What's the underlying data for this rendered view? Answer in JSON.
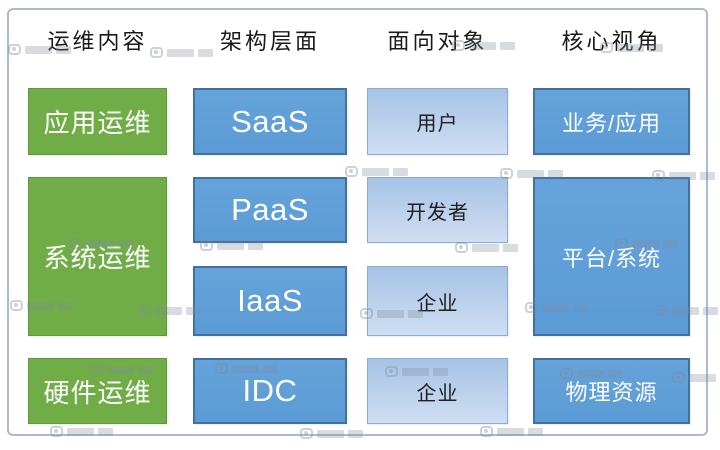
{
  "columns": [
    {
      "header": "运维内容",
      "items": [
        {
          "label": "应用运维",
          "style": "green",
          "rows": [
            0
          ]
        },
        {
          "label": "系统运维",
          "style": "green",
          "rows": [
            1,
            2
          ]
        },
        {
          "label": "硬件运维",
          "style": "green",
          "rows": [
            3
          ]
        }
      ]
    },
    {
      "header": "架构层面",
      "items": [
        {
          "label": "SaaS",
          "style": "blue",
          "rows": [
            0
          ]
        },
        {
          "label": "PaaS",
          "style": "blue",
          "rows": [
            1
          ]
        },
        {
          "label": "IaaS",
          "style": "blue",
          "rows": [
            2
          ]
        },
        {
          "label": "IDC",
          "style": "blue",
          "rows": [
            3
          ]
        }
      ]
    },
    {
      "header": "面向对象",
      "items": [
        {
          "label": "用户",
          "style": "lightblue",
          "rows": [
            0
          ]
        },
        {
          "label": "开发者",
          "style": "lightblue",
          "rows": [
            1
          ]
        },
        {
          "label": "企业",
          "style": "lightblue",
          "rows": [
            2
          ]
        },
        {
          "label": "企业",
          "style": "lightblue",
          "rows": [
            3
          ]
        }
      ]
    },
    {
      "header": "核心视角",
      "items": [
        {
          "label": "业务/应用",
          "style": "blue",
          "rows": [
            0
          ]
        },
        {
          "label": "平台/系统",
          "style": "blue",
          "rows": [
            1,
            2
          ]
        },
        {
          "label": "物理资源",
          "style": "blue",
          "rows": [
            3
          ]
        }
      ]
    }
  ],
  "colors": {
    "green_fill": "#70ad47",
    "green_border": "#5e9a3c",
    "blue_fill": "#5b9bd5",
    "blue_fill_top": "#65a3da",
    "blue_border": "#41719c",
    "lightblue_top": "#a6c3e6",
    "lightblue_bottom": "#cfdef2",
    "lightblue_border": "#8badd3",
    "header_text": "#1a1a1a",
    "light_text": "#ffffff",
    "dark_text": "#1f1f1f",
    "frame_border": "#a8bccd",
    "background": "#ffffff"
  },
  "watermark": {
    "icon": "stock-logo-watermark"
  }
}
